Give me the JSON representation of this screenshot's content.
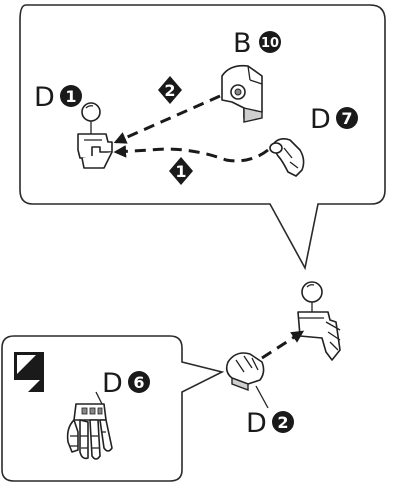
{
  "callout_top": {
    "parts": {
      "d1": {
        "letter": "D",
        "number": "1"
      },
      "b10": {
        "letter": "B",
        "number": "10"
      },
      "d7": {
        "letter": "D",
        "number": "7"
      }
    },
    "steps": [
      {
        "number": "2"
      },
      {
        "number": "1"
      }
    ]
  },
  "main": {
    "parts": {
      "d2": {
        "letter": "D",
        "number": "2"
      }
    }
  },
  "callout_bottom": {
    "icon": "hand-swap-icon",
    "parts": {
      "d6": {
        "letter": "D",
        "number": "6"
      }
    }
  },
  "colors": {
    "ink": "#1a1a1a",
    "paper": "#ffffff",
    "shade": "#cfcfcf"
  }
}
